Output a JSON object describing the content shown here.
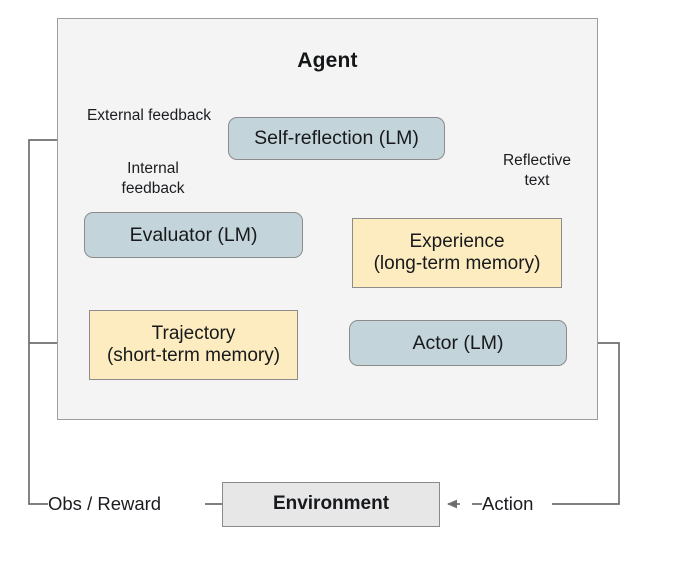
{
  "diagram": {
    "title": "Agent",
    "container_label": "Agent",
    "nodes": {
      "self_reflection": "Self-reflection (LM)",
      "evaluator": "Evaluator (LM)",
      "experience_line1": "Experience",
      "experience_line2": "(long-term memory)",
      "trajectory_line1": "Trajectory",
      "trajectory_line2": "(short-term memory)",
      "actor": "Actor (LM)",
      "environment": "Environment"
    },
    "edge_labels": {
      "external_feedback": "External feedback",
      "internal_feedback": "Internal\nfeedback",
      "reflective_text": "Reflective\ntext",
      "obs_reward": "Obs / Reward",
      "action": "Action"
    },
    "colors": {
      "lm_node_fill": "#c3d5da",
      "memory_node_fill": "#fdecbf",
      "agent_container_fill": "#f4f4f4",
      "environment_fill": "#e7e7e7",
      "border": "#8c8c8c",
      "wire": "#6e6e6e",
      "text": "#17191c",
      "page_background": "#ffffff"
    }
  }
}
